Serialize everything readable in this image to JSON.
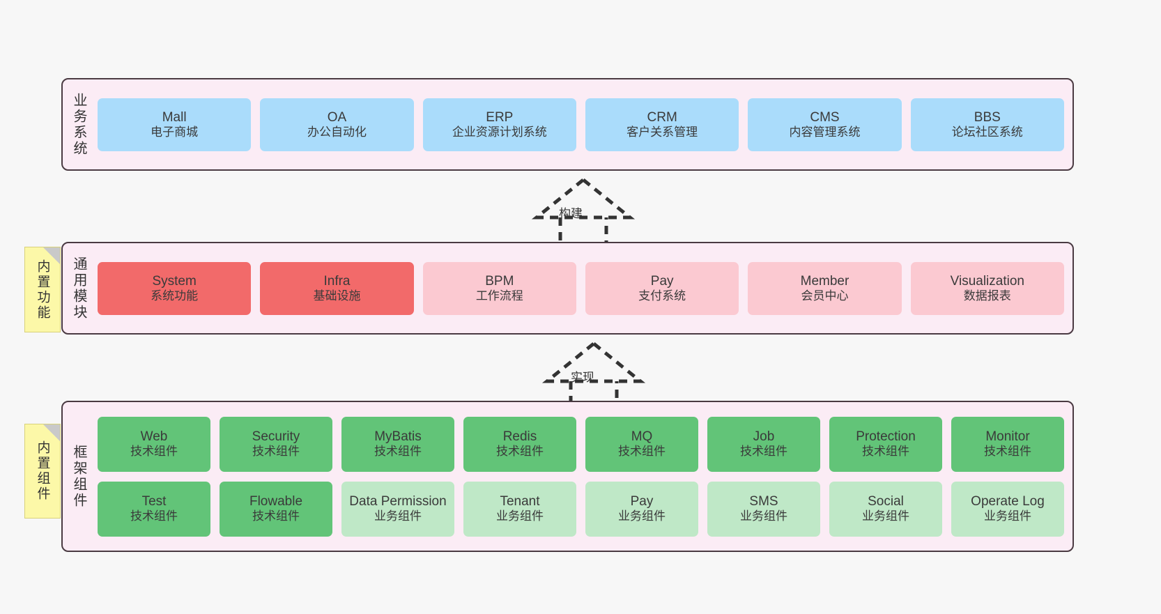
{
  "diagram": {
    "background_color": "#f7f7f7",
    "layer_fill": "#fbecf5",
    "layer_border": "#4a3a42"
  },
  "layers": [
    {
      "id": "business-system",
      "title": "业务系统",
      "card_color": "#aadcfb",
      "rows": [
        {
          "cards": [
            {
              "name": "Mall",
              "desc": "电子商城",
              "color": "#aadcfb"
            },
            {
              "name": "OA",
              "desc": "办公自动化",
              "color": "#aadcfb"
            },
            {
              "name": "ERP",
              "desc": "企业资源计划系统",
              "color": "#aadcfb"
            },
            {
              "name": "CRM",
              "desc": "客户关系管理",
              "color": "#aadcfb"
            },
            {
              "name": "CMS",
              "desc": "内容管理系统",
              "color": "#aadcfb"
            },
            {
              "name": "BBS",
              "desc": "论坛社区系统",
              "color": "#aadcfb"
            }
          ]
        }
      ]
    },
    {
      "id": "common-modules",
      "title": "通用模块",
      "note": "内置功能",
      "rows": [
        {
          "cards": [
            {
              "name": "System",
              "desc": "系统功能",
              "color": "#f26a6a"
            },
            {
              "name": "Infra",
              "desc": "基础设施",
              "color": "#f26a6a"
            },
            {
              "name": "BPM",
              "desc": "工作流程",
              "color": "#fbc9d1"
            },
            {
              "name": "Pay",
              "desc": "支付系统",
              "color": "#fbc9d1"
            },
            {
              "name": "Member",
              "desc": "会员中心",
              "color": "#fbc9d1"
            },
            {
              "name": "Visualization",
              "desc": "数据报表",
              "color": "#fbc9d1"
            }
          ]
        }
      ]
    },
    {
      "id": "framework-components",
      "title": "框架组件",
      "note": "内置组件",
      "rows": [
        {
          "cards": [
            {
              "name": "Web",
              "desc": "技术组件",
              "color": "#62c478"
            },
            {
              "name": "Security",
              "desc": "技术组件",
              "color": "#62c478"
            },
            {
              "name": "MyBatis",
              "desc": "技术组件",
              "color": "#62c478"
            },
            {
              "name": "Redis",
              "desc": "技术组件",
              "color": "#62c478"
            },
            {
              "name": "MQ",
              "desc": "技术组件",
              "color": "#62c478"
            },
            {
              "name": "Job",
              "desc": "技术组件",
              "color": "#62c478"
            },
            {
              "name": "Protection",
              "desc": "技术组件",
              "color": "#62c478"
            },
            {
              "name": "Monitor",
              "desc": "技术组件",
              "color": "#62c478"
            }
          ]
        },
        {
          "cards": [
            {
              "name": "Test",
              "desc": "技术组件",
              "color": "#62c478"
            },
            {
              "name": "Flowable",
              "desc": "技术组件",
              "color": "#62c478"
            },
            {
              "name": "Data Permission",
              "desc": "业务组件",
              "color": "#bfe8c7"
            },
            {
              "name": "Tenant",
              "desc": "业务组件",
              "color": "#bfe8c7"
            },
            {
              "name": "Pay",
              "desc": "业务组件",
              "color": "#bfe8c7"
            },
            {
              "name": "SMS",
              "desc": "业务组件",
              "color": "#bfe8c7"
            },
            {
              "name": "Social",
              "desc": "业务组件",
              "color": "#bfe8c7"
            },
            {
              "name": "Operate Log",
              "desc": "业务组件",
              "color": "#bfe8c7"
            }
          ]
        }
      ]
    }
  ],
  "connectors": [
    {
      "id": "build",
      "label": "构建",
      "style": "dashed-generalization",
      "from": "common-modules",
      "to": "business-system"
    },
    {
      "id": "implement",
      "label": "实现",
      "style": "dashed-generalization",
      "from": "framework-components",
      "to": "common-modules"
    }
  ]
}
